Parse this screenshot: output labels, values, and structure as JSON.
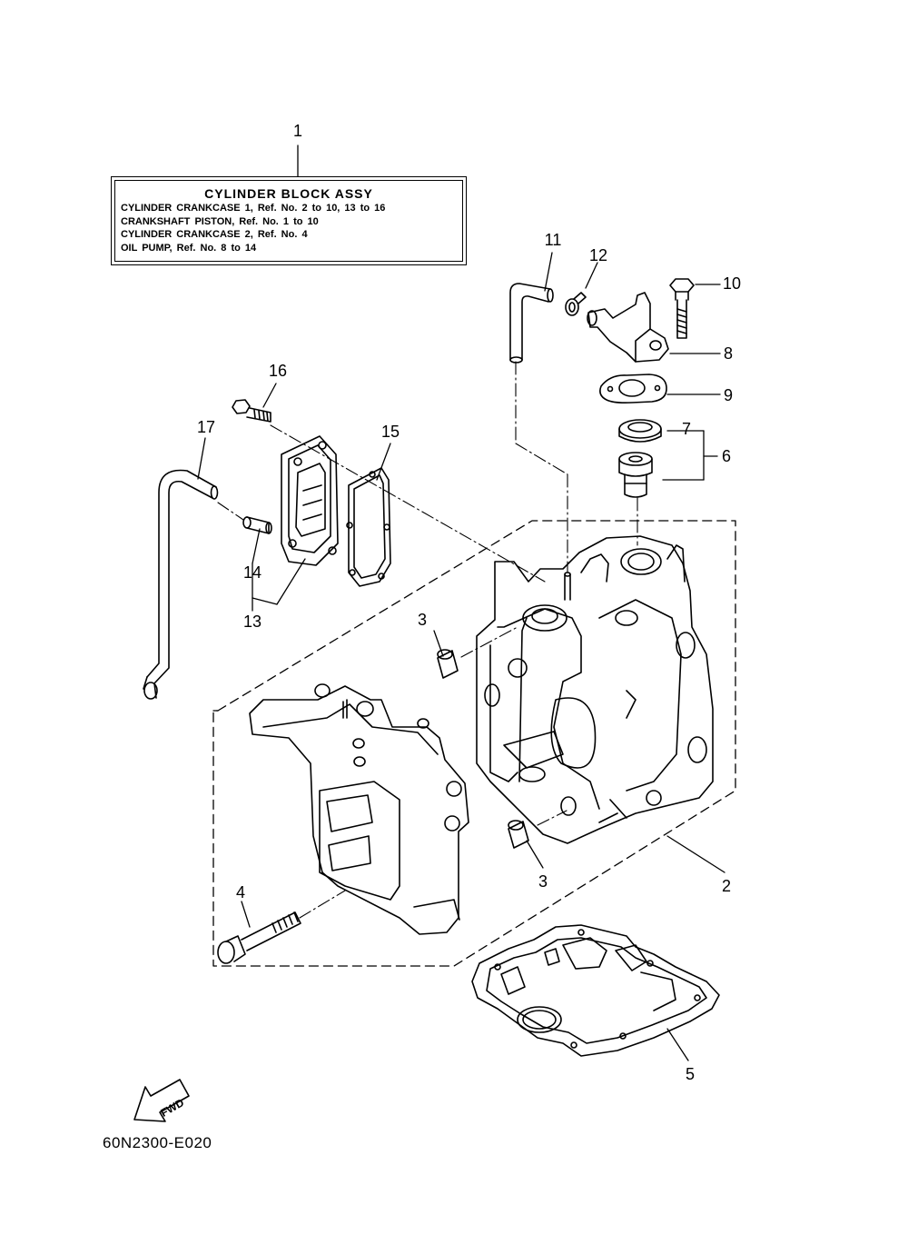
{
  "callouts": {
    "c1": "1",
    "c2": "2",
    "c3a": "3",
    "c3b": "3",
    "c4": "4",
    "c5": "5",
    "c6": "6",
    "c7": "7",
    "c8": "8",
    "c9": "9",
    "c10": "10",
    "c11": "11",
    "c12": "12",
    "c13": "13",
    "c14": "14",
    "c15": "15",
    "c16": "16",
    "c17": "17"
  },
  "spec_box": {
    "title": "CYLINDER BLOCK ASSY",
    "lines": [
      "CYLINDER CRANKCASE 1,  Ref. No. 2 to 10, 13 to 16",
      "CRANKSHAFT PISTON,  Ref. No. 1 to 10",
      "CYLINDER CRANKCASE 2,  Ref. No. 4",
      "OIL PUMP,  Ref. No. 8 to 14"
    ]
  },
  "fwd_arrow": {
    "label": "FWD"
  },
  "diagram_code": "60N2300-E020"
}
